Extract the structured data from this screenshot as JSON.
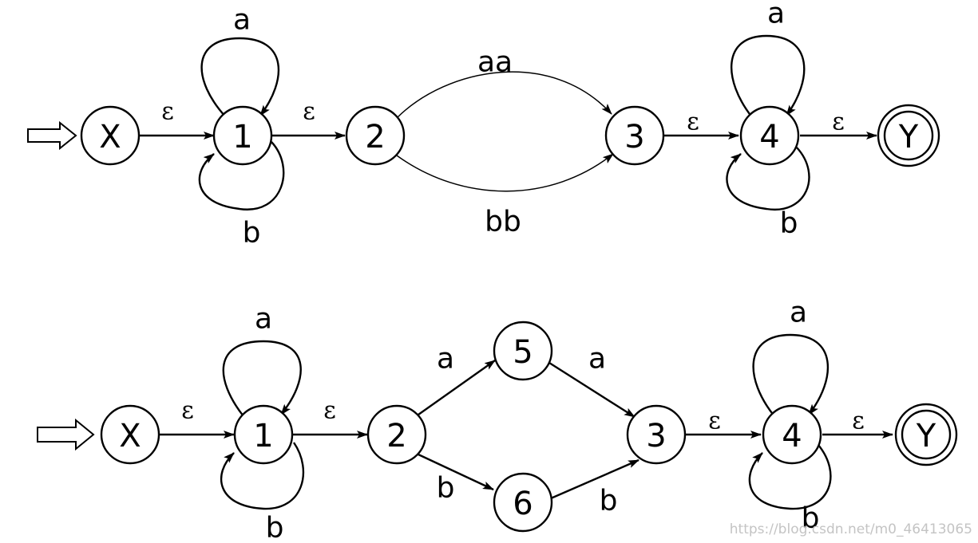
{
  "diagrams": [
    {
      "nodes": [
        {
          "id": "X",
          "label": "X",
          "accepting": false
        },
        {
          "id": "1",
          "label": "1",
          "accepting": false
        },
        {
          "id": "2",
          "label": "2",
          "accepting": false
        },
        {
          "id": "3",
          "label": "3",
          "accepting": false
        },
        {
          "id": "4",
          "label": "4",
          "accepting": false
        },
        {
          "id": "Y",
          "label": "Y",
          "accepting": true
        }
      ],
      "start": "X",
      "edges": [
        {
          "from": "X",
          "to": "1",
          "label": "ε"
        },
        {
          "from": "1",
          "to": "1",
          "label": "a",
          "loop": "top"
        },
        {
          "from": "1",
          "to": "1",
          "label": "b",
          "loop": "bottom"
        },
        {
          "from": "1",
          "to": "2",
          "label": "ε"
        },
        {
          "from": "2",
          "to": "3",
          "label": "aa",
          "curve": "up"
        },
        {
          "from": "2",
          "to": "3",
          "label": "bb",
          "curve": "down"
        },
        {
          "from": "3",
          "to": "4",
          "label": "ε"
        },
        {
          "from": "4",
          "to": "4",
          "label": "a",
          "loop": "top"
        },
        {
          "from": "4",
          "to": "4",
          "label": "b",
          "loop": "bottom"
        },
        {
          "from": "4",
          "to": "Y",
          "label": "ε"
        }
      ]
    },
    {
      "nodes": [
        {
          "id": "X",
          "label": "X",
          "accepting": false
        },
        {
          "id": "1",
          "label": "1",
          "accepting": false
        },
        {
          "id": "2",
          "label": "2",
          "accepting": false
        },
        {
          "id": "5",
          "label": "5",
          "accepting": false
        },
        {
          "id": "6",
          "label": "6",
          "accepting": false
        },
        {
          "id": "3",
          "label": "3",
          "accepting": false
        },
        {
          "id": "4",
          "label": "4",
          "accepting": false
        },
        {
          "id": "Y",
          "label": "Y",
          "accepting": true
        }
      ],
      "start": "X",
      "edges": [
        {
          "from": "X",
          "to": "1",
          "label": "ε"
        },
        {
          "from": "1",
          "to": "1",
          "label": "a",
          "loop": "top"
        },
        {
          "from": "1",
          "to": "1",
          "label": "b",
          "loop": "bottom"
        },
        {
          "from": "1",
          "to": "2",
          "label": "ε"
        },
        {
          "from": "2",
          "to": "5",
          "label": "a"
        },
        {
          "from": "5",
          "to": "3",
          "label": "a"
        },
        {
          "from": "2",
          "to": "6",
          "label": "b"
        },
        {
          "from": "6",
          "to": "3",
          "label": "b"
        },
        {
          "from": "3",
          "to": "4",
          "label": "ε"
        },
        {
          "from": "4",
          "to": "4",
          "label": "a",
          "loop": "top"
        },
        {
          "from": "4",
          "to": "4",
          "label": "b",
          "loop": "bottom"
        },
        {
          "from": "4",
          "to": "Y",
          "label": "ε"
        }
      ]
    }
  ],
  "watermark": "https://blog.csdn.net/m0_46413065"
}
